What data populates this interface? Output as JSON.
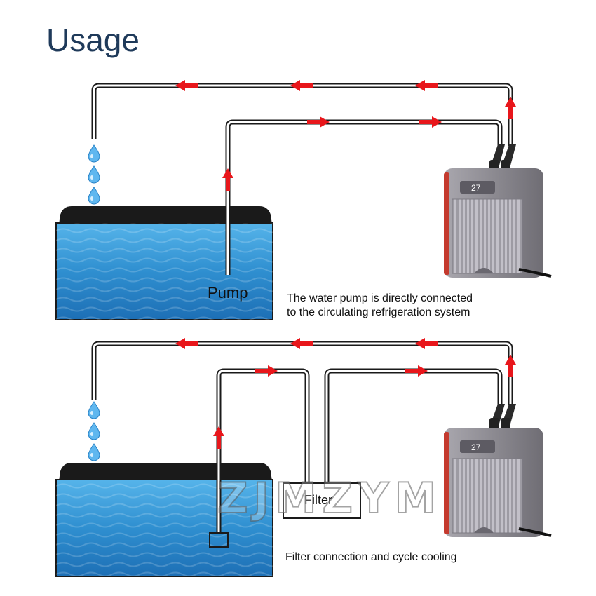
{
  "title": "Usage",
  "top_diagram": {
    "pump_label": "Pump",
    "caption_line1": "The water pump is directly connected",
    "caption_line2": "to the circulating refrigeration system",
    "chiller_display": "27"
  },
  "bottom_diagram": {
    "filter_label": "Filter",
    "caption": "Filter connection and cycle cooling",
    "chiller_display": "27"
  },
  "watermark": "ZJMZYM",
  "colors": {
    "title": "#1f3a5a",
    "arrow": "#e8161b",
    "water": "#2f8fd0",
    "drop": "#5fb7ef",
    "chiller_body": "#8a8890",
    "chiller_trim": "#c43a2e"
  }
}
